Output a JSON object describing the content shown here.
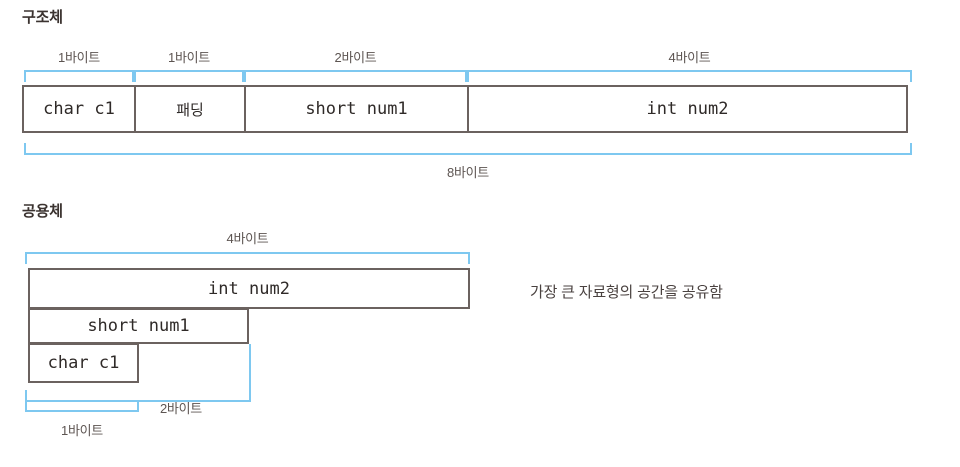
{
  "struct": {
    "title": "구조체",
    "total_label": "8바이트",
    "fields": [
      {
        "label": "char c1",
        "size_label": "1바이트",
        "bytes": 1,
        "kind": "code"
      },
      {
        "label": "패딩",
        "size_label": "1바이트",
        "bytes": 1,
        "kind": "korean"
      },
      {
        "label": "short num1",
        "size_label": "2바이트",
        "bytes": 2,
        "kind": "code"
      },
      {
        "label": "int num2",
        "size_label": "4바이트",
        "bytes": 4,
        "kind": "code"
      }
    ]
  },
  "union": {
    "title": "공용체",
    "note": "가장 큰 자료형의 공간을 공유함",
    "members": [
      {
        "label": "int num2",
        "size_label": "4바이트",
        "bytes": 4
      },
      {
        "label": "short num1",
        "size_label": "2바이트",
        "bytes": 2
      },
      {
        "label": "char c1",
        "size_label": "1바이트",
        "bytes": 1
      }
    ]
  },
  "colors": {
    "bracket_blue": "#7ec8f0",
    "box_border": "#6b625f",
    "text": "#2f2a28",
    "background": "#ffffff"
  }
}
